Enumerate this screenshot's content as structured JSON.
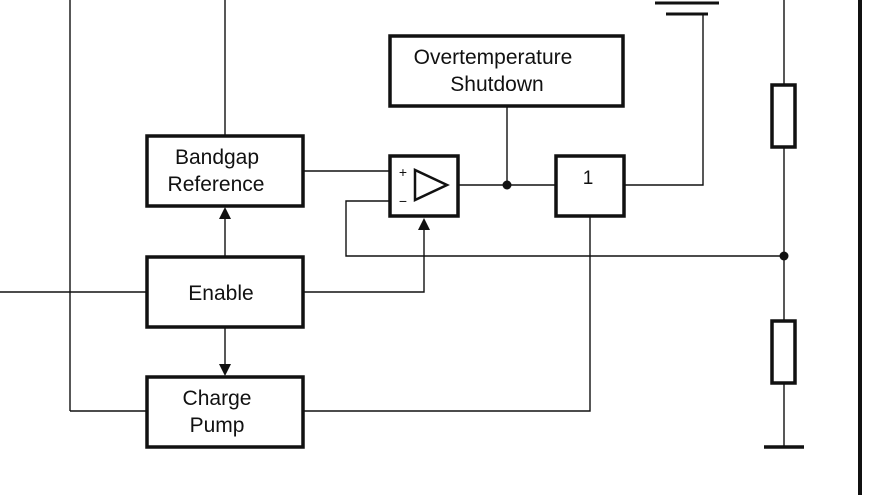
{
  "diagram": {
    "blocks": {
      "bandgap": {
        "line1": "Bandgap",
        "line2": "Reference"
      },
      "enable": {
        "label": "Enable"
      },
      "charge_pump": {
        "line1": "Charge",
        "line2": "Pump"
      },
      "overtemp": {
        "line1": "Overtemperature",
        "line2": "Shutdown"
      },
      "buffer": {
        "label": "1"
      }
    },
    "comparator": {
      "plus": "+",
      "minus": "−"
    }
  }
}
